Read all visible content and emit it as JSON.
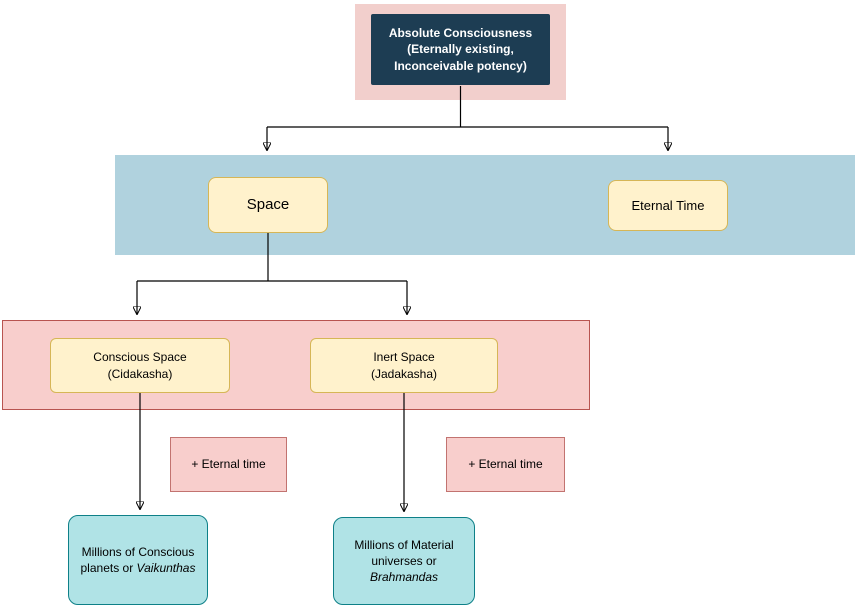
{
  "nodes": {
    "absolute_consciousness": {
      "line1": "Absolute Consciousness",
      "line2": "(Eternally existing,",
      "line3": "Inconceivable potency)"
    },
    "space": {
      "label": "Space"
    },
    "eternal_time": {
      "label": "Eternal Time"
    },
    "conscious_space": {
      "line1": "Conscious Space",
      "line2": "(Cidakasha)"
    },
    "inert_space": {
      "line1": "Inert Space",
      "line2": "(Jadakasha)"
    },
    "plus_eternal_left": {
      "label": "+ Eternal time"
    },
    "plus_eternal_right": {
      "label": "+ Eternal time"
    },
    "conscious_planets": {
      "text": "Millions of Conscious planets or ",
      "italic": "Vaikunthas"
    },
    "material_universes": {
      "text": "Millions of Material universes or ",
      "italic": "Brahmandas"
    }
  },
  "colors": {
    "band_salmon": "#f2cfcc",
    "band_blue": "#b0d2de",
    "band_pink": "#f8cecc",
    "node_dark_fill": "#1d3d53",
    "node_cream_fill": "#fff2cc",
    "node_cream_border": "#d6b656",
    "node_pink_border": "#b85450",
    "node_teal_fill": "#b0e3e6",
    "node_teal_border": "#0e8088",
    "connector": "#000000"
  }
}
